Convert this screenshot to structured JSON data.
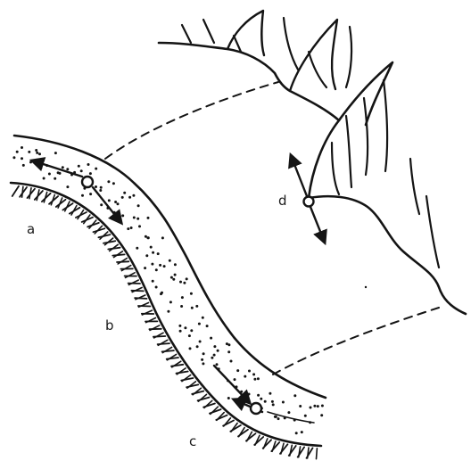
{
  "labels": {
    "a": "a",
    "b": "b",
    "c": "c",
    "d": "d"
  },
  "colors": {
    "ink": "#141414",
    "paper": "#ffffff"
  }
}
